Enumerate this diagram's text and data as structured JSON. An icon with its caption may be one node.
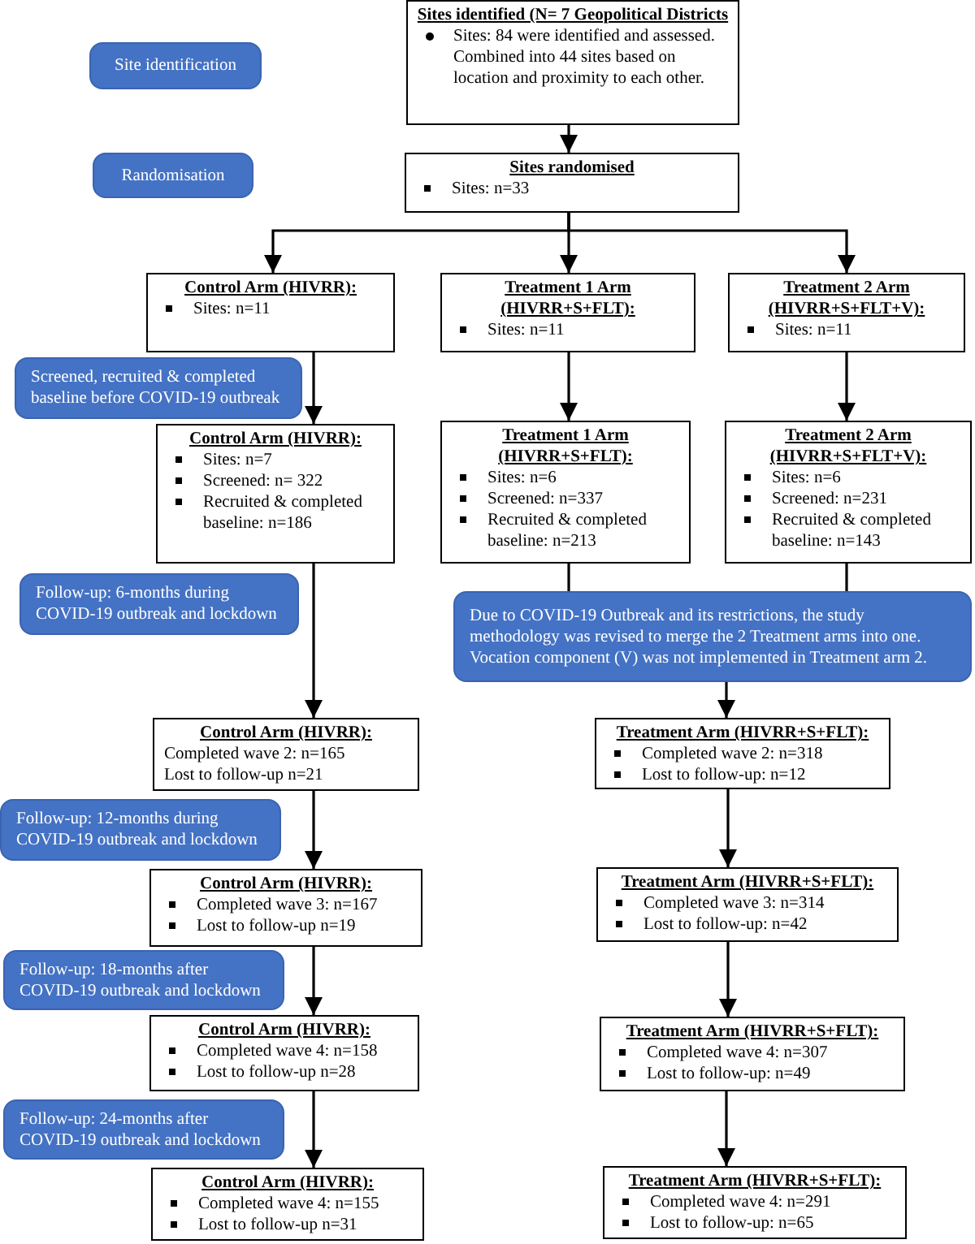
{
  "diagram": {
    "nodes": [
      {
        "text": [
          "Site identification"
        ]
      },
      {
        "text": [
          "Sites identified (N= 7 Geopolitical Districts",
          "Sites: 84 were identified and assessed. Combined into 44 sites based on location and proximity to each other."
        ]
      },
      {
        "text": [
          "Randomisation"
        ]
      },
      {
        "text": [
          "Sites randomised",
          "Sites: n=33"
        ]
      },
      {
        "text": [
          "Control Arm (HIVRR):",
          "Sites: n=11"
        ]
      },
      {
        "text": [
          "Treatment 1 Arm (HIVRR+S+FLT):",
          "Sites: n=11"
        ]
      },
      {
        "text": [
          "Treatment 2 Arm (HIVRR+S+FLT+V):",
          "Sites: n=11"
        ]
      },
      {
        "text": [
          "Screened, recruited & completed baseline before COVID-19 outbreak"
        ]
      },
      {
        "text": [
          "Control Arm (HIVRR):",
          "Sites: n=7",
          "Screened: n= 322",
          "Recruited & completed baseline: n=186"
        ]
      },
      {
        "text": [
          "Treatment 1 Arm (HIVRR+S+FLT):",
          "Sites: n=6",
          "Screened: n=337",
          "Recruited & completed baseline: n=213"
        ]
      },
      {
        "text": [
          "Treatment 2 Arm (HIVRR+S+FLT+V):",
          "Sites: n=6",
          "Screened: n=231",
          "Recruited & completed baseline: n=143"
        ]
      },
      {
        "text": [
          "Follow-up: 6-months during COVID-19 outbreak and lockdown"
        ]
      },
      {
        "text": [
          "Due to COVID-19 Outbreak and its restrictions, the study methodology was revised to merge the 2 Treatment arms into one. Vocation component (V) was not implemented in Treatment arm 2."
        ]
      },
      {
        "text": [
          "Control Arm (HIVRR):",
          "Completed wave 2: n=165",
          "Lost to follow-up n=21"
        ]
      },
      {
        "text": [
          "Treatment Arm (HIVRR+S+FLT):",
          "Completed wave 2: n=318",
          "Lost to follow-up: n=12"
        ]
      },
      {
        "text": [
          "Follow-up: 12-months during COVID-19 outbreak and lockdown"
        ]
      },
      {
        "text": [
          "Control Arm (HIVRR):",
          "Completed wave 3: n=167",
          "Lost to follow-up n=19"
        ]
      },
      {
        "text": [
          "Treatment Arm (HIVRR+S+FLT):",
          "Completed wave 3: n=314",
          "Lost to follow-up: n=42"
        ]
      },
      {
        "text": [
          "Follow-up: 18-months after COVID-19 outbreak and lockdown"
        ]
      },
      {
        "text": [
          "Control Arm (HIVRR):",
          "Completed wave 4: n=158",
          "Lost to follow-up n=28"
        ]
      },
      {
        "text": [
          "Treatment Arm (HIVRR+S+FLT):",
          "Completed wave 4: n=307",
          "Lost to follow-up: n=49"
        ]
      },
      {
        "text": [
          "Follow-up: 24-months after COVID-19 outbreak and lockdown"
        ]
      },
      {
        "text": [
          "Control Arm (HIVRR):",
          "Completed wave 4: n=155",
          "Lost to follow-up n=31"
        ]
      },
      {
        "text": [
          "Treatment Arm (HIVRR+S+FLT):",
          "Completed wave 4: n=291",
          "Lost to follow-up: n=65"
        ]
      }
    ],
    "edges": [
      {
        "from": 1,
        "to": 3,
        "arrow": "to"
      },
      {
        "from": 3,
        "to": 4,
        "arrow": "to"
      },
      {
        "from": 3,
        "to": 5,
        "arrow": "to"
      },
      {
        "from": 3,
        "to": 6,
        "arrow": "to"
      },
      {
        "from": 4,
        "to": 8,
        "arrow": "to"
      },
      {
        "from": 5,
        "to": 9,
        "arrow": "to"
      },
      {
        "from": 6,
        "to": 10,
        "arrow": "to"
      },
      {
        "from": 8,
        "to": 13,
        "arrow": "to"
      },
      {
        "from": 9,
        "to": 12,
        "arrow": "none"
      },
      {
        "from": 10,
        "to": 12,
        "arrow": "none"
      },
      {
        "from": 12,
        "to": 14,
        "arrow": "to"
      },
      {
        "from": 13,
        "to": 16,
        "arrow": "to"
      },
      {
        "from": 16,
        "to": 19,
        "arrow": "to"
      },
      {
        "from": 19,
        "to": 22,
        "arrow": "to"
      },
      {
        "from": 14,
        "to": 17,
        "arrow": "to"
      },
      {
        "from": 17,
        "to": 20,
        "arrow": "to"
      },
      {
        "from": 20,
        "to": 23,
        "arrow": "to"
      }
    ]
  }
}
